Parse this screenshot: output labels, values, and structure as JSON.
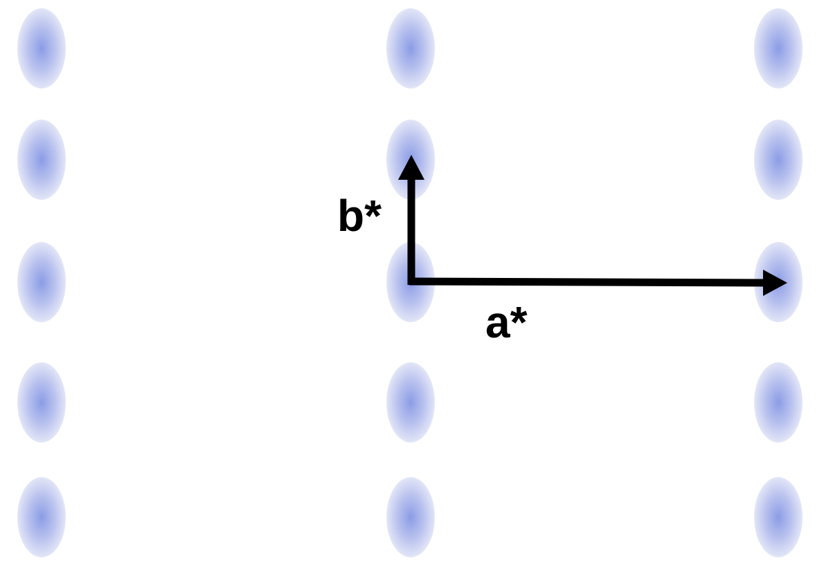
{
  "colors": {
    "background": "#ffffff",
    "spot_center": "#8b9ce6",
    "spot_edge": "#e3e6f7",
    "arrow": "#000000"
  },
  "lattice": {
    "columns": 3,
    "rows": 5,
    "spot_shape": "vertical-ellipse"
  },
  "vectors": {
    "a_star": {
      "label": "a*"
    },
    "b_star": {
      "label": "b*"
    }
  }
}
